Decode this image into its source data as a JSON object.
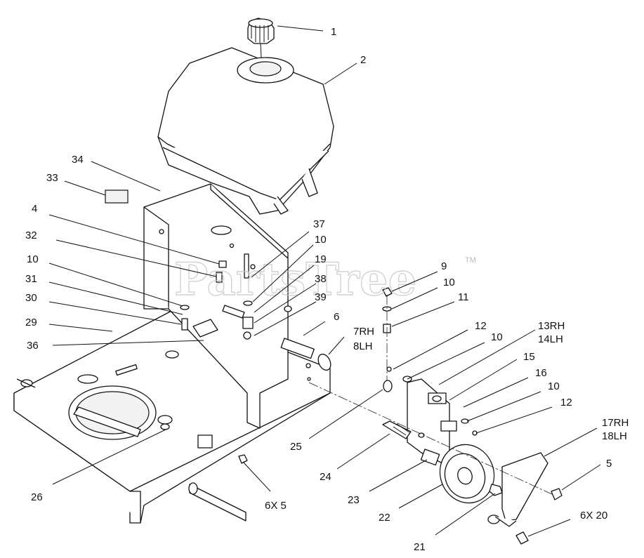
{
  "watermark": {
    "text": "PartsTree",
    "trademark": "TM"
  },
  "callouts": [
    {
      "id": "c-1",
      "text": "1"
    },
    {
      "id": "c-2",
      "text": "2"
    },
    {
      "id": "c-34",
      "text": "34"
    },
    {
      "id": "c-33",
      "text": "33"
    },
    {
      "id": "c-4",
      "text": "4"
    },
    {
      "id": "c-32",
      "text": "32"
    },
    {
      "id": "c-10a",
      "text": "10"
    },
    {
      "id": "c-31",
      "text": "31"
    },
    {
      "id": "c-30",
      "text": "30"
    },
    {
      "id": "c-29",
      "text": "29"
    },
    {
      "id": "c-36",
      "text": "36"
    },
    {
      "id": "c-37",
      "text": "37"
    },
    {
      "id": "c-10b",
      "text": "10"
    },
    {
      "id": "c-19",
      "text": "19"
    },
    {
      "id": "c-38",
      "text": "38"
    },
    {
      "id": "c-39",
      "text": "39"
    },
    {
      "id": "c-6",
      "text": "6"
    },
    {
      "id": "c-7rh",
      "text": "7RH"
    },
    {
      "id": "c-8lh",
      "text": "8LH"
    },
    {
      "id": "c-9",
      "text": "9"
    },
    {
      "id": "c-10c",
      "text": "10"
    },
    {
      "id": "c-11",
      "text": "11"
    },
    {
      "id": "c-12a",
      "text": "12"
    },
    {
      "id": "c-10d",
      "text": "10"
    },
    {
      "id": "c-13rh",
      "text": "13RH"
    },
    {
      "id": "c-14lh",
      "text": "14LH"
    },
    {
      "id": "c-15",
      "text": "15"
    },
    {
      "id": "c-16",
      "text": "16"
    },
    {
      "id": "c-10e",
      "text": "10"
    },
    {
      "id": "c-12b",
      "text": "12"
    },
    {
      "id": "c-17rh",
      "text": "17RH"
    },
    {
      "id": "c-18lh",
      "text": "18LH"
    },
    {
      "id": "c-5",
      "text": "5"
    },
    {
      "id": "c-6x20",
      "text": "6X 20"
    },
    {
      "id": "c-21",
      "text": "21"
    },
    {
      "id": "c-22",
      "text": "22"
    },
    {
      "id": "c-23",
      "text": "23"
    },
    {
      "id": "c-24",
      "text": "24"
    },
    {
      "id": "c-25",
      "text": "25"
    },
    {
      "id": "c-6x5",
      "text": "6X 5"
    },
    {
      "id": "c-26",
      "text": "26"
    }
  ]
}
